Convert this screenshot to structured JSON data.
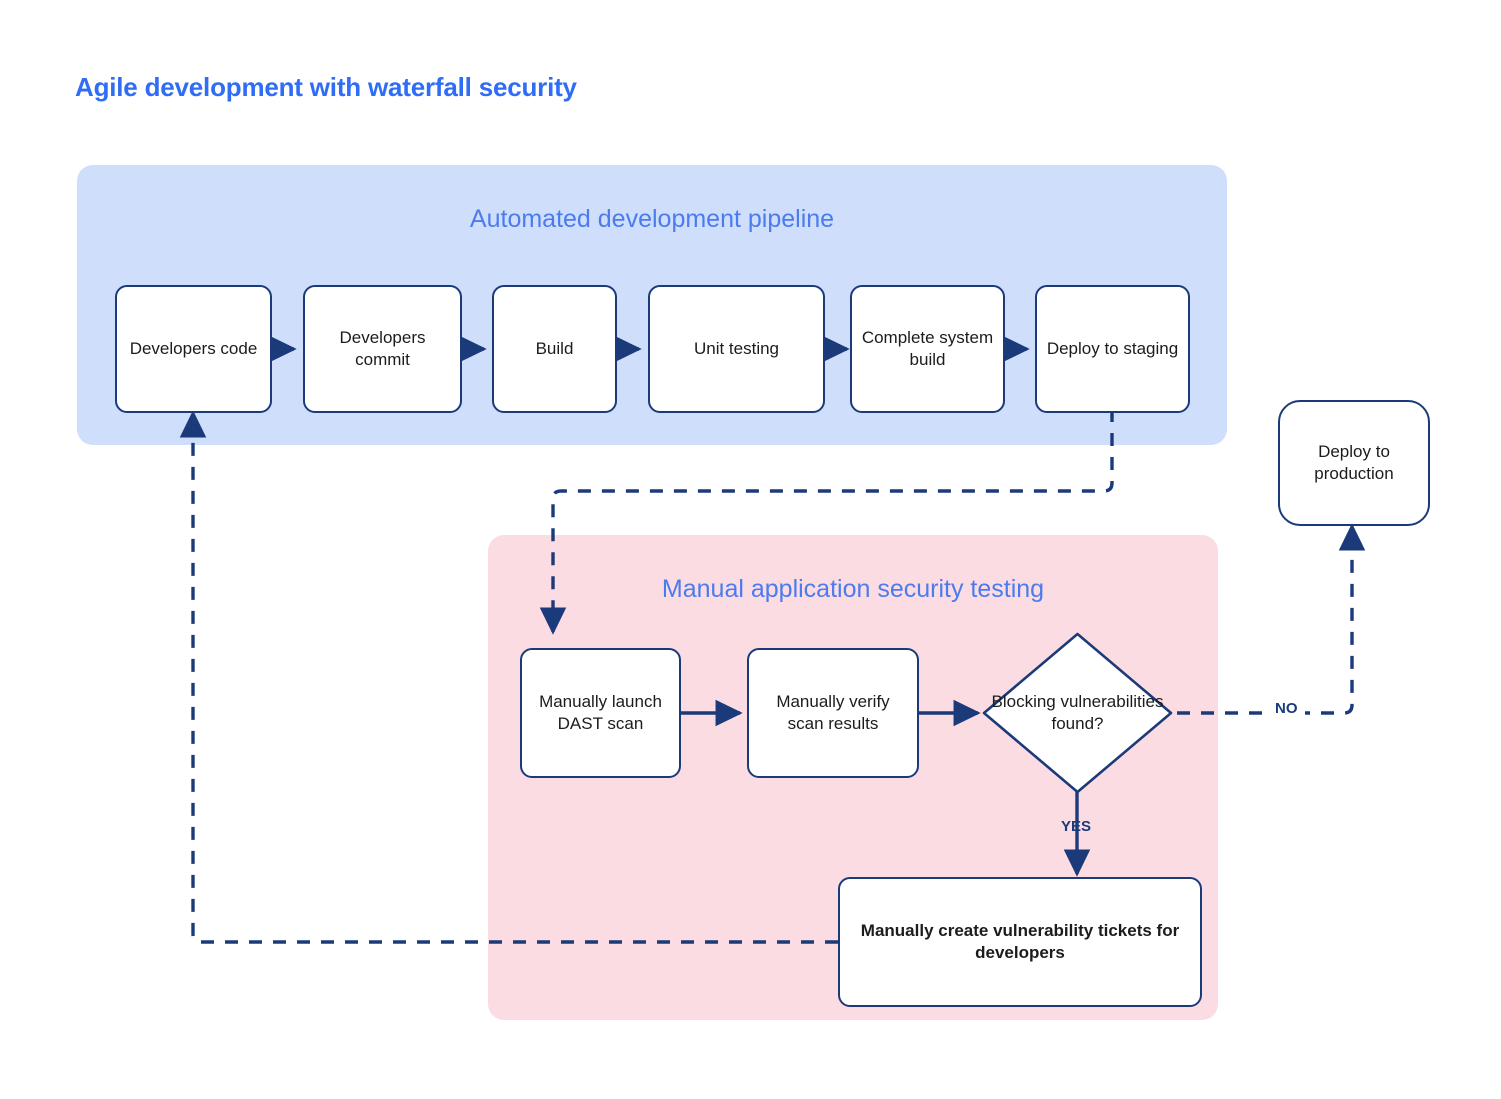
{
  "page": {
    "title": "Agile development with waterfall security",
    "background": "#ffffff"
  },
  "colors": {
    "title": "#2f6df6",
    "panel_blue_bg": "#cfdefb",
    "panel_pink_bg": "#fcdce3",
    "panel_heading": "#4b7bed",
    "node_border": "#1b3a7a",
    "node_fill": "#ffffff",
    "node_text": "#1c1c1c",
    "edge": "#1b3a7a"
  },
  "panels": {
    "pipeline": {
      "heading": "Automated development pipeline",
      "nodes": [
        {
          "id": "developers-code",
          "label": "Developers code"
        },
        {
          "id": "developers-commit",
          "label": "Developers commit"
        },
        {
          "id": "build",
          "label": "Build"
        },
        {
          "id": "unit-testing",
          "label": "Unit testing"
        },
        {
          "id": "complete-system-build",
          "label": "Complete system build"
        },
        {
          "id": "deploy-to-staging",
          "label": "Deploy to staging"
        }
      ]
    },
    "security": {
      "heading": "Manual application security testing",
      "nodes": [
        {
          "id": "manually-launch-dast-scan",
          "label": "Manually launch DAST scan"
        },
        {
          "id": "manually-verify-scan-results",
          "label": "Manually verify scan results"
        },
        {
          "id": "blocking-vulnerabilities-found",
          "label": "Blocking vulnerabilities found?",
          "shape": "diamond"
        },
        {
          "id": "manually-create-vulnerability-tickets",
          "label": "Manually create vulnerability tickets for developers"
        }
      ]
    }
  },
  "standalone_nodes": [
    {
      "id": "deploy-to-production",
      "label": "Deploy to production"
    }
  ],
  "edge_labels": {
    "yes": "YES",
    "no": "NO"
  },
  "chart_data": {
    "type": "diagram",
    "title": "Agile development with waterfall security",
    "nodes": [
      {
        "id": "developers-code",
        "label": "Developers code",
        "group": "Automated development pipeline",
        "shape": "rounded-rect"
      },
      {
        "id": "developers-commit",
        "label": "Developers commit",
        "group": "Automated development pipeline",
        "shape": "rounded-rect"
      },
      {
        "id": "build",
        "label": "Build",
        "group": "Automated development pipeline",
        "shape": "rounded-rect"
      },
      {
        "id": "unit-testing",
        "label": "Unit testing",
        "group": "Automated development pipeline",
        "shape": "rounded-rect"
      },
      {
        "id": "complete-system-build",
        "label": "Complete system build",
        "group": "Automated development pipeline",
        "shape": "rounded-rect"
      },
      {
        "id": "deploy-to-staging",
        "label": "Deploy to staging",
        "group": "Automated development pipeline",
        "shape": "rounded-rect"
      },
      {
        "id": "manually-launch-dast-scan",
        "label": "Manually launch DAST scan",
        "group": "Manual application security testing",
        "shape": "rounded-rect"
      },
      {
        "id": "manually-verify-scan-results",
        "label": "Manually verify scan results",
        "group": "Manual application security testing",
        "shape": "rounded-rect"
      },
      {
        "id": "blocking-vulnerabilities-found",
        "label": "Blocking vulnerabilities found?",
        "group": "Manual application security testing",
        "shape": "diamond"
      },
      {
        "id": "manually-create-vulnerability-tickets",
        "label": "Manually create vulnerability tickets for developers",
        "group": "Manual application security testing",
        "shape": "rounded-rect"
      },
      {
        "id": "deploy-to-production",
        "label": "Deploy to production",
        "group": "",
        "shape": "rounded-rect"
      }
    ],
    "edges": [
      {
        "from": "developers-code",
        "to": "developers-commit",
        "style": "solid",
        "label": ""
      },
      {
        "from": "developers-commit",
        "to": "build",
        "style": "solid",
        "label": ""
      },
      {
        "from": "build",
        "to": "unit-testing",
        "style": "solid",
        "label": ""
      },
      {
        "from": "unit-testing",
        "to": "complete-system-build",
        "style": "solid",
        "label": ""
      },
      {
        "from": "complete-system-build",
        "to": "deploy-to-staging",
        "style": "solid",
        "label": ""
      },
      {
        "from": "deploy-to-staging",
        "to": "manually-launch-dast-scan",
        "style": "dashed",
        "label": ""
      },
      {
        "from": "manually-launch-dast-scan",
        "to": "manually-verify-scan-results",
        "style": "solid",
        "label": ""
      },
      {
        "from": "manually-verify-scan-results",
        "to": "blocking-vulnerabilities-found",
        "style": "solid",
        "label": ""
      },
      {
        "from": "blocking-vulnerabilities-found",
        "to": "manually-create-vulnerability-tickets",
        "style": "solid",
        "label": "YES"
      },
      {
        "from": "blocking-vulnerabilities-found",
        "to": "deploy-to-production",
        "style": "dashed",
        "label": "NO"
      },
      {
        "from": "manually-create-vulnerability-tickets",
        "to": "developers-code",
        "style": "dashed",
        "label": ""
      }
    ]
  }
}
